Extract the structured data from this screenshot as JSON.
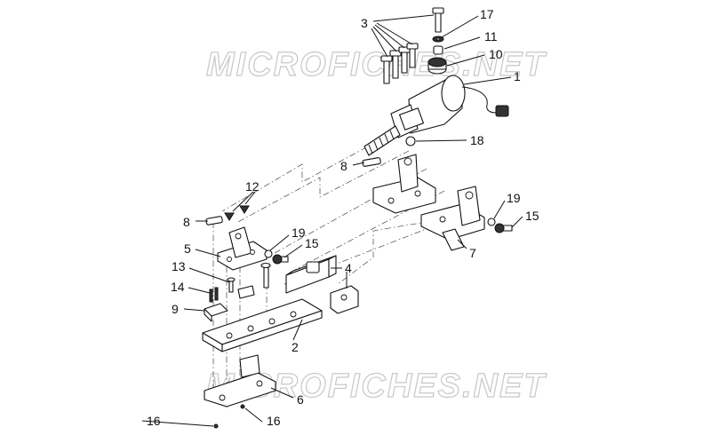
{
  "watermarks": [
    "MICROFICHES.NET",
    "MICROFICHES.NET"
  ],
  "callouts": {
    "n1": "1",
    "n2": "2",
    "n3": "3",
    "n4": "4",
    "n5": "5",
    "n6": "6",
    "n7": "7",
    "n8a": "8",
    "n8b": "8",
    "n9": "9",
    "n10": "10",
    "n11": "11",
    "n12": "12",
    "n13": "13",
    "n14": "14",
    "n15a": "15",
    "n15b": "15",
    "n16a": "16",
    "n16b": "16",
    "n17": "17",
    "n18": "18",
    "n19a": "19",
    "n19b": "19"
  }
}
